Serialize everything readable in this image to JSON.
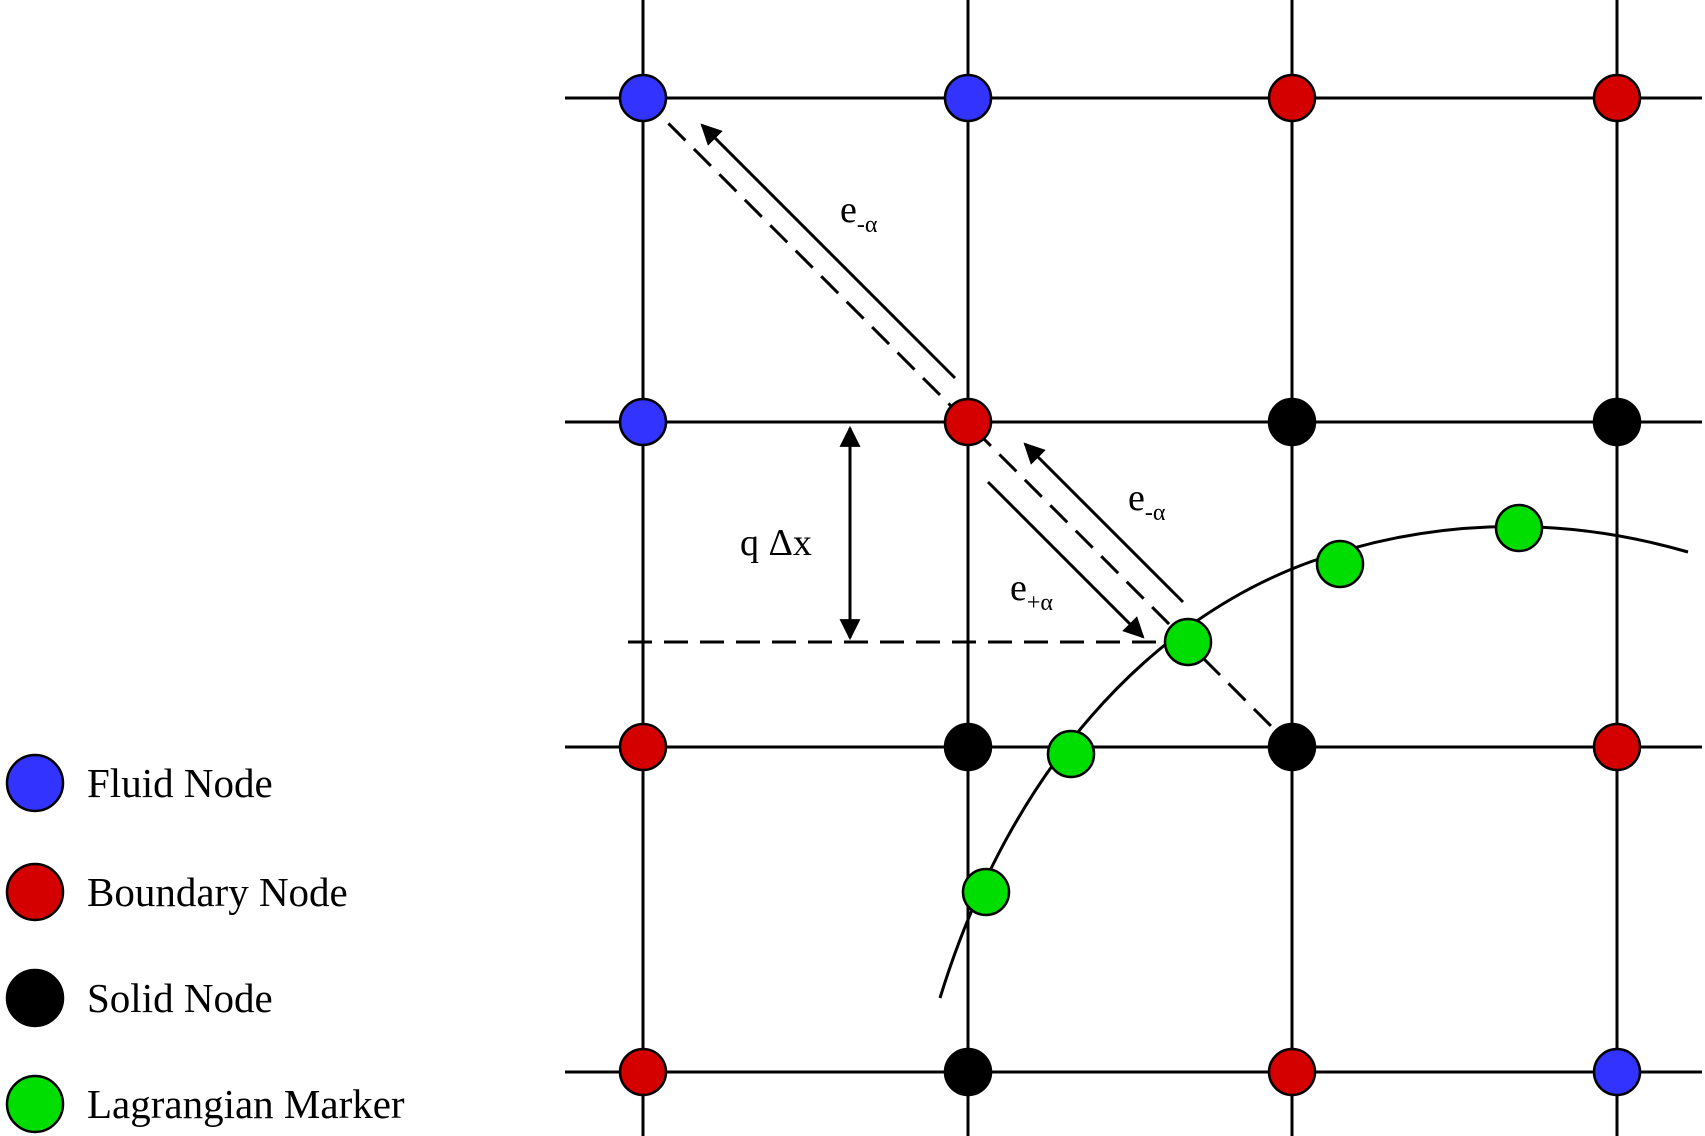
{
  "colors": {
    "fluid": "#3333ff",
    "boundary": "#d40000",
    "solid": "#000000",
    "marker": "#00dd00",
    "line": "#000000"
  },
  "grid_nodes": [
    [
      "fluid",
      "fluid",
      "boundary",
      "boundary"
    ],
    [
      "fluid",
      "boundary",
      "solid",
      "solid"
    ],
    [
      "boundary",
      "solid",
      "solid",
      "boundary"
    ],
    [
      "boundary",
      "solid",
      "boundary",
      "fluid"
    ]
  ],
  "legend": [
    {
      "type": "fluid",
      "label": "Fluid Node"
    },
    {
      "type": "boundary",
      "label": "Boundary Node"
    },
    {
      "type": "solid",
      "label": "Solid Node"
    },
    {
      "type": "marker",
      "label": "Lagrangian Marker"
    }
  ],
  "annotations": {
    "q_dx": "q Δx",
    "e_base": "e",
    "sub_minus": "-α",
    "sub_plus": "+α"
  }
}
